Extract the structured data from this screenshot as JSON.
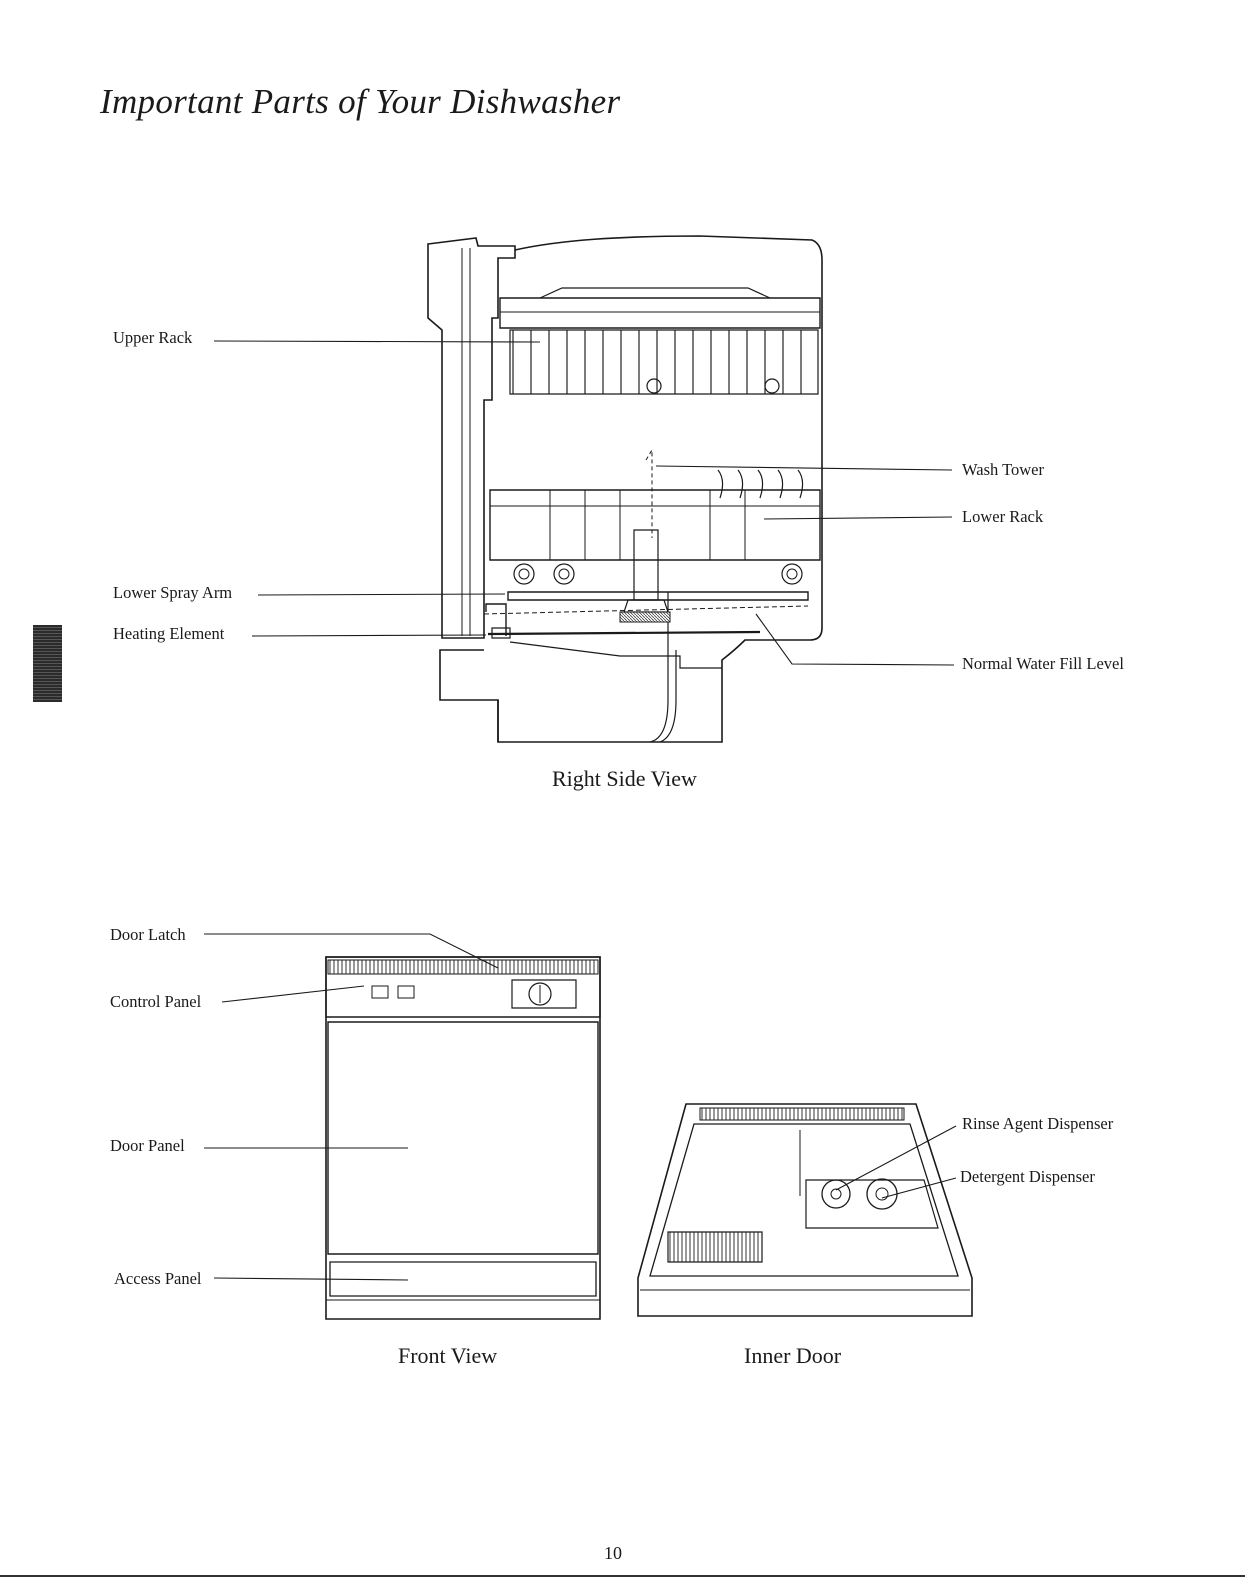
{
  "title": "Important Parts of Your Dishwasher",
  "right_side_view": {
    "caption": "Right Side View",
    "labels": {
      "upper_rack": "Upper Rack",
      "wash_tower": "Wash Tower",
      "lower_rack": "Lower Rack",
      "lower_spray_arm": "Lower Spray Arm",
      "heating_element": "Heating Element",
      "normal_water_fill_level": "Normal Water Fill Level"
    }
  },
  "front_view": {
    "caption": "Front View",
    "labels": {
      "door_latch": "Door Latch",
      "control_panel": "Control Panel",
      "door_panel": "Door Panel",
      "access_panel": "Access Panel"
    }
  },
  "inner_door": {
    "caption": "Inner Door",
    "labels": {
      "rinse_agent_dispenser": "Rinse Agent Dispenser",
      "detergent_dispenser": "Detergent Dispenser"
    }
  },
  "page_number": "10"
}
